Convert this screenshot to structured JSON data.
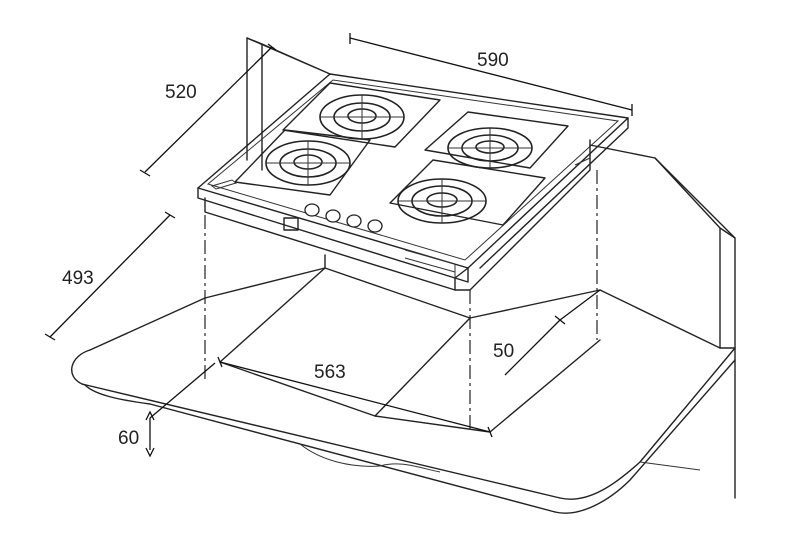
{
  "dimensions": {
    "width_top": "590",
    "depth_top": "520",
    "cutout_depth": "493",
    "cutout_width": "563",
    "front_offset": "50",
    "counter_thickness": "60"
  }
}
